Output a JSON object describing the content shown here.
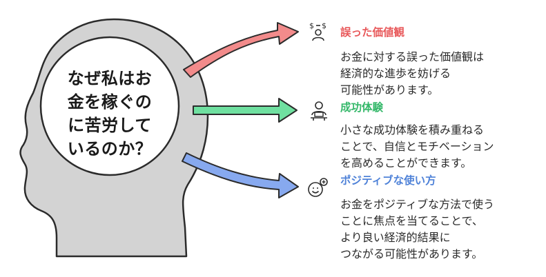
{
  "center": {
    "lines": [
      "なぜ私はお",
      "金を稼ぐの",
      "に苦労して",
      "いるのか？"
    ]
  },
  "items": [
    {
      "title": "誤った価値観",
      "color": "#e8585a",
      "arrow_color": "#f28b8b",
      "icon": "dollar-person-icon",
      "desc": [
        "お金に対する誤った価値観は",
        "経済的な進歩を妨げる",
        "可能性があります。"
      ]
    },
    {
      "title": "成功体験",
      "color": "#35b86a",
      "arrow_color": "#6fe0a0",
      "icon": "person-at-desk-icon",
      "desc": [
        "小さな成功体験を積み重ねる",
        "ことで、自信とモチベーション",
        "を高めることができます。"
      ]
    },
    {
      "title": "ポジティブな使い方",
      "color": "#4f82d8",
      "arrow_color": "#87a9ef",
      "icon": "smile-plus-icon",
      "desc": [
        "お金をポジティブな方法で使う",
        "ことに焦点を当てることで、",
        "より良い経済的結果に",
        "つながる可能性があります。"
      ]
    }
  ]
}
